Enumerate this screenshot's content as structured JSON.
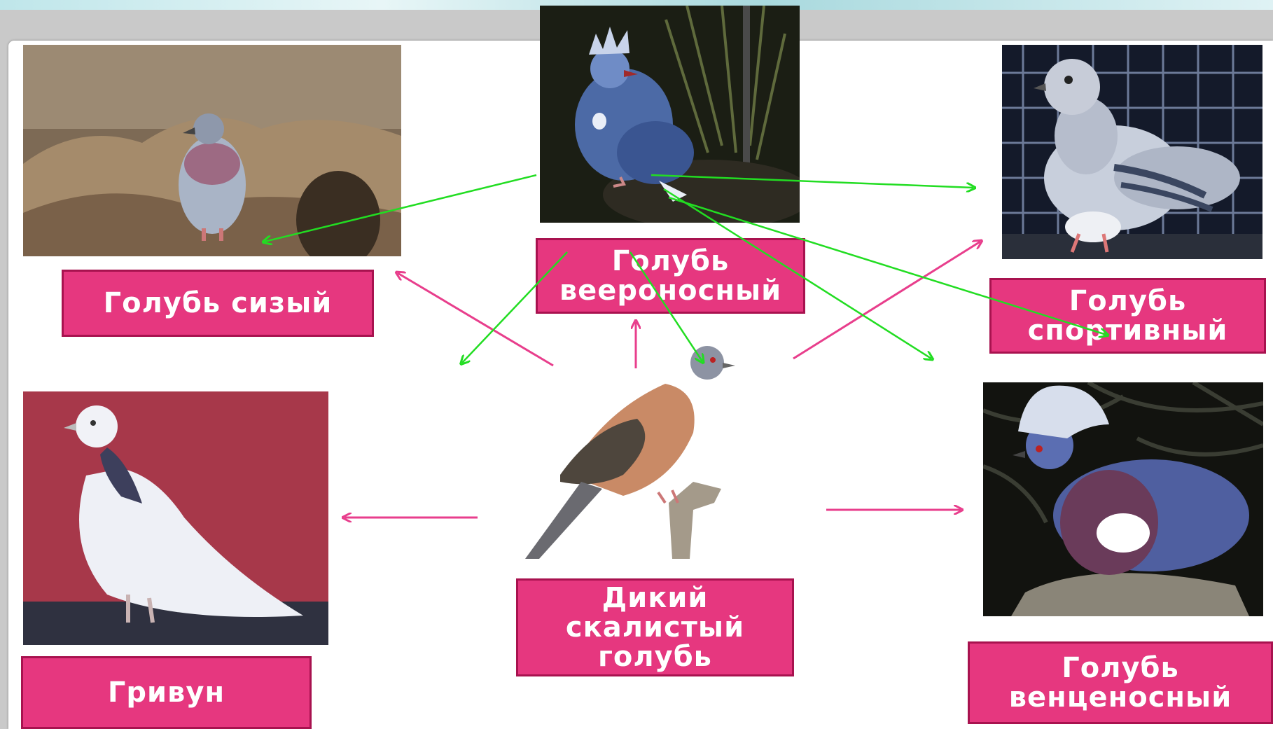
{
  "labels": {
    "sizy": "Голубь сизый",
    "veeronosny": "Голубь\nвеероносный",
    "sportivny": "Голубь\nспортивный",
    "grivun": "Гривун",
    "dikiy": "Дикий\nскалистый\nголубь",
    "vencenosny": "Голубь\nвенценосный"
  },
  "colors": {
    "label_fill": "#e6377f",
    "label_border": "#a8124f",
    "pink_arrow": "#e83e8c",
    "green_arrow": "#22dd22"
  },
  "images": {
    "sizy": "rock-dove-on-rocks",
    "veeronosny": "crowned-pigeon-dark",
    "sportivny": "racing-pigeon-cage",
    "grivun": "white-pigeon-red-bg",
    "dikiy": "passenger-pigeon-branch",
    "vencenosny": "victoria-crowned-pigeon"
  }
}
